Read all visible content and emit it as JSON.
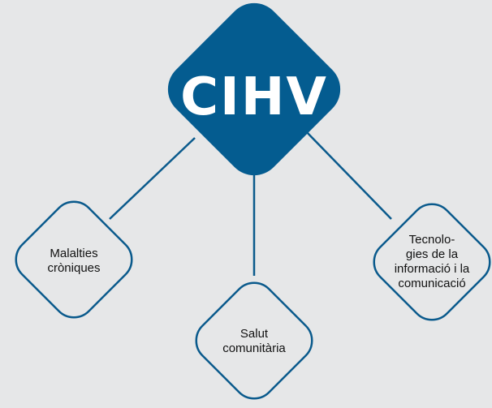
{
  "diagram": {
    "center": {
      "label": "CIHV",
      "color": "#045c90"
    },
    "outline_color": "#0a5a8c",
    "background": "#e6e7e8",
    "nodes": [
      {
        "id": "left",
        "label": "Malalties\ncròniques"
      },
      {
        "id": "bottom",
        "label": "Salut\ncomunitària"
      },
      {
        "id": "right",
        "label": "Tecnolo-\ngies de la\ninformació i la\ncomunicació"
      }
    ]
  }
}
